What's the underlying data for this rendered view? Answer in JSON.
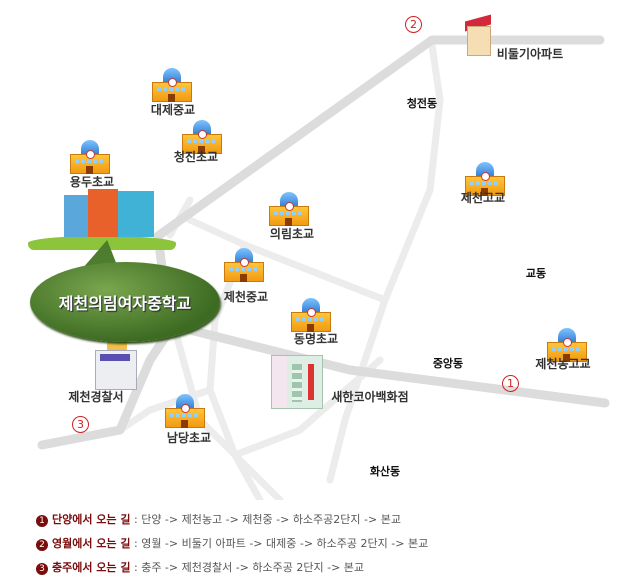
{
  "school_name": "제천의림여자중학교",
  "markers": {
    "m1": "1",
    "m2": "2",
    "m3": "3"
  },
  "districts": {
    "cheongjeon": "청전동",
    "gyo": "교동",
    "jungang": "중앙동",
    "hwasan": "화산동"
  },
  "landmarks": {
    "daeje": "대제중교",
    "cheongjin": "청진초교",
    "yongdu": "용두초교",
    "apartment": "비둘기아파트",
    "jecheon_high": "제천고교",
    "uirim": "의림초교",
    "jecheon_middle": "제천중교",
    "dongmyeong": "동명초교",
    "nonggo": "제천농고교",
    "department_store": "새한코아백화점",
    "police": "제천경찰서",
    "namdang": "남당초교"
  },
  "routes": [
    {
      "num": "1",
      "title": "단양에서 오는 길",
      "path": " : 단양 -> 제천농고 -> 제천중 -> 하소주공2단지 -> 본교"
    },
    {
      "num": "2",
      "title": "영월에서 오는 길",
      "path": " : 영월 -> 비둘기 아파트 -> 대제중 -> 하소주공 2단지 -> 본교"
    },
    {
      "num": "3",
      "title": "충주에서 오는 길",
      "path": " : 충주 -> 제천경찰서 -> 하소주공 2단지 -> 본교"
    }
  ],
  "colors": {
    "road_main": "#dcdcdc",
    "road_minor": "#ececec",
    "marker": "#cc2222",
    "bubble": "#4e7d2e"
  }
}
